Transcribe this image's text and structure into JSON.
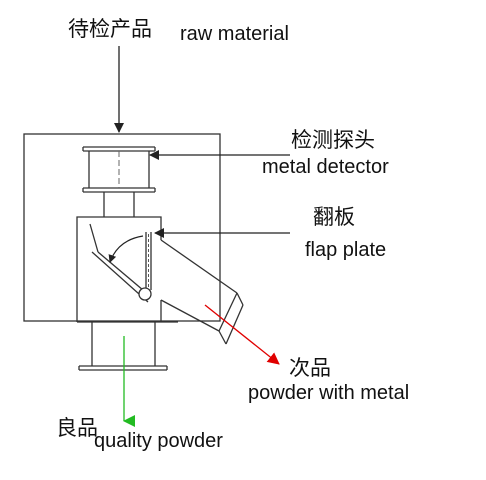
{
  "labels": {
    "raw_material_cn": "待检产品",
    "raw_material_en": "raw material",
    "metal_detector_cn": "检测探头",
    "metal_detector_en": "metal detector",
    "flap_plate_cn": "翻板",
    "flap_plate_en": "flap plate",
    "reject_cn": "次品",
    "reject_en": "powder with metal",
    "good_cn": "良品",
    "good_en": "quality powder"
  },
  "colors": {
    "line": "#333333",
    "reject_arrow": "#e00000",
    "good_arrow": "#22bb22"
  }
}
